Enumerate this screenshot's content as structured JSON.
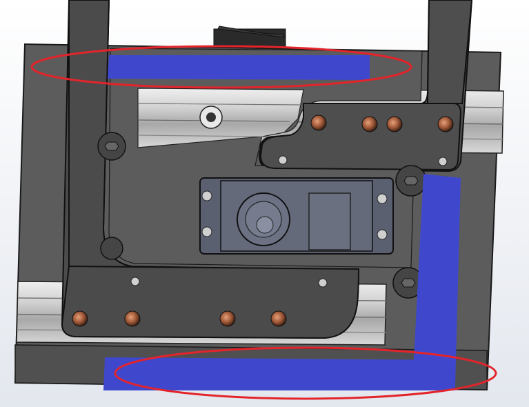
{
  "viewport": {
    "background_top": "#ffffff",
    "background_bottom": "#e4e8ef"
  },
  "colors": {
    "plate": "#5b5b5b",
    "plate_dark": "#4a4a4a",
    "frame": "#444444",
    "rail_light": "#d9d9d9",
    "rail_mid": "#b3b3b3",
    "highlight_fill": "#3f48cc",
    "callout_stroke": "#e3242b",
    "bolt": "#8a4a2a",
    "servo_body": "#5a6070",
    "servo_dark": "#3f4454"
  },
  "annotations": {
    "callout_shape": "ellipse",
    "callout_count": 2,
    "highlight_count": 3
  },
  "icons": [
    "screw-icon",
    "hex-bolt-icon",
    "servo-icon"
  ]
}
